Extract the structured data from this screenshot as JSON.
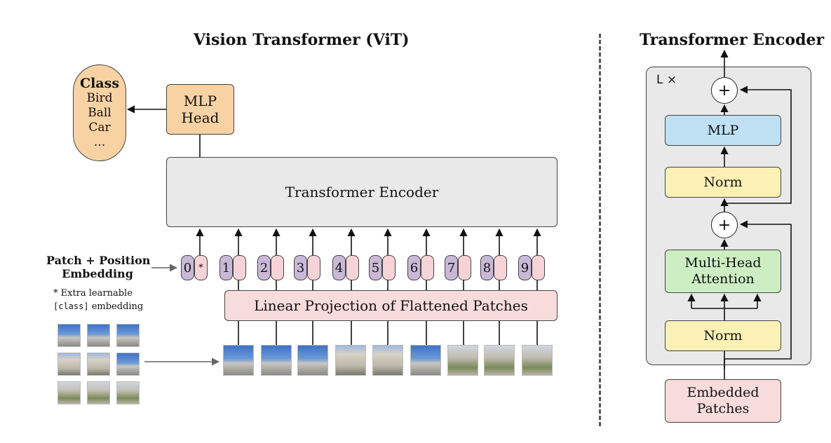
{
  "vit": {
    "title": "Vision Transformer (ViT)",
    "class_box": {
      "heading": "Class",
      "items": [
        "Bird",
        "Ball",
        "Car",
        "..."
      ]
    },
    "mlp_head": {
      "line1": "MLP",
      "line2": "Head"
    },
    "encoder_label": "Transformer Encoder",
    "embedding_label": {
      "line1": "Patch + Position",
      "line2": "Embedding"
    },
    "extra_note": {
      "line1": "* Extra learnable",
      "line2_code": "[class]",
      "line2_rest": " embedding"
    },
    "tokens": [
      "0",
      "1",
      "2",
      "3",
      "4",
      "5",
      "6",
      "7",
      "8",
      "9"
    ],
    "class_token_marker": "*",
    "projection_label": "Linear Projection of Flattened Patches"
  },
  "encoder_detail": {
    "title": "Transformer Encoder",
    "repeat_label": "L ×",
    "mlp": "MLP",
    "norm_top": "Norm",
    "plus": "+",
    "mha": {
      "line1": "Multi-Head",
      "line2": "Attention"
    },
    "norm_bottom": "Norm",
    "input": {
      "line1": "Embedded",
      "line2": "Patches"
    }
  },
  "colors": {
    "orange": "#f9d2a4",
    "gray_box": "#e9e9e9",
    "pink": "#f8dcdc",
    "lavender": "#c9b8d8",
    "blue": "#bfe1f3",
    "yellow": "#fcf1b4",
    "green": "#cdeec3"
  }
}
